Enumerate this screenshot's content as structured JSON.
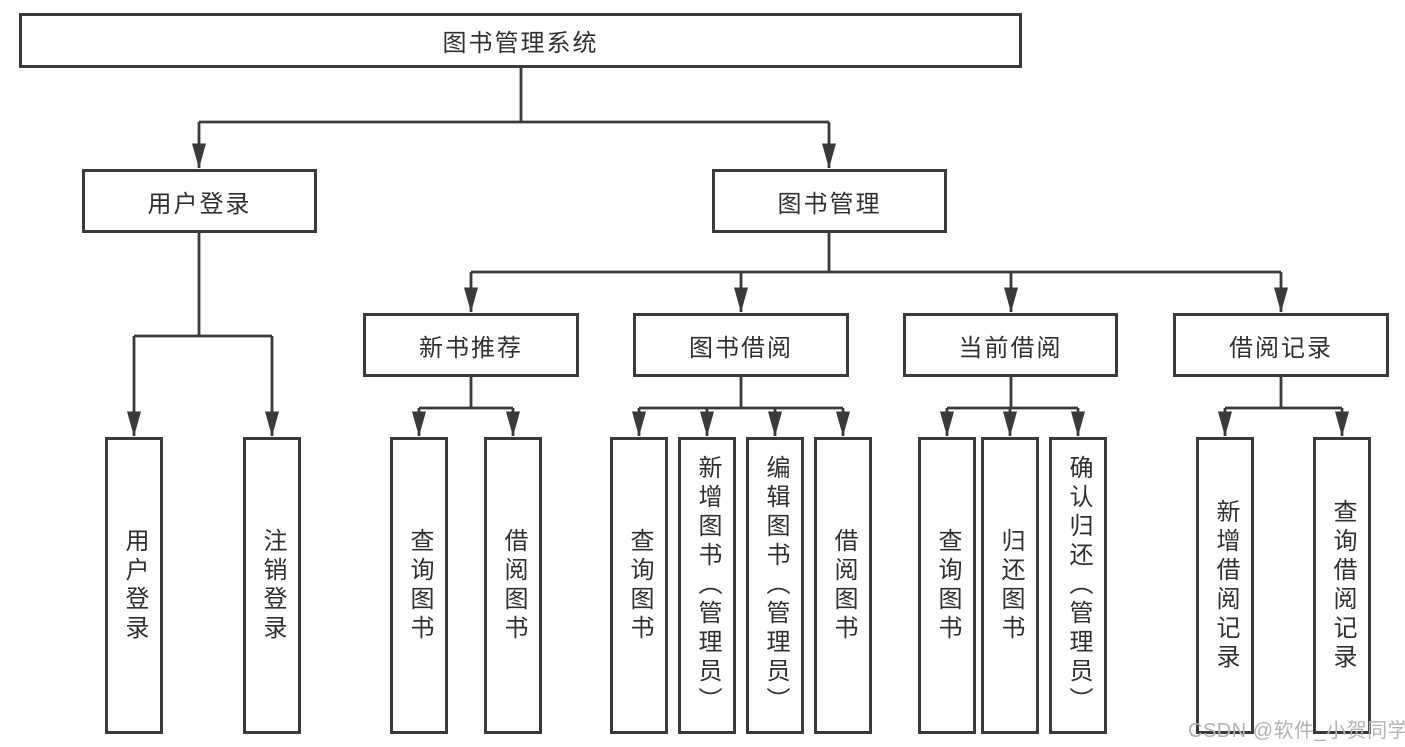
{
  "tree": {
    "root": "图书管理系统",
    "branches": [
      {
        "label": "用户登录",
        "children": [
          "用户登录",
          "注销登录"
        ]
      },
      {
        "label": "图书管理",
        "children": [
          {
            "label": "新书推荐",
            "children": [
              "查询图书",
              "借阅图书"
            ]
          },
          {
            "label": "图书借阅",
            "children": [
              "查询图书",
              "新增图书（管理员）",
              "编辑图书（管理员）",
              "借阅图书"
            ]
          },
          {
            "label": "当前借阅",
            "children": [
              "查询图书",
              "归还图书",
              "确认归还（管理员）"
            ]
          },
          {
            "label": "借阅记录",
            "children": [
              "新增借阅记录",
              "查询借阅记录"
            ]
          }
        ]
      }
    ]
  },
  "watermark": "CSDN @软件_小贺同学",
  "colors": {
    "line": "#3a3a3a",
    "text": "#303030",
    "watermark": "#b3b3b3",
    "background": "#ffffff"
  }
}
